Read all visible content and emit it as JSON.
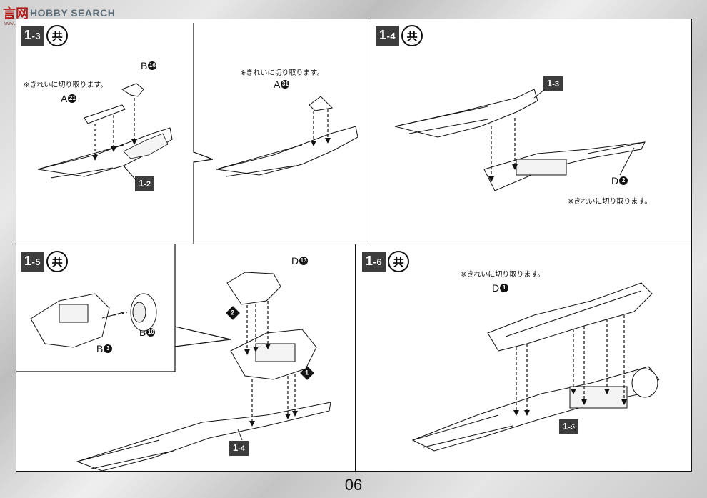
{
  "watermark": {
    "logo_cn": "言",
    "logo_cn2": "网",
    "text": "HOBBY SEARCH",
    "sub": "www.xxxxx.com"
  },
  "page_number": "06",
  "steps": {
    "s13": {
      "num_main": "1",
      "num_sub": "-3",
      "common": "共"
    },
    "s14": {
      "num_main": "1",
      "num_sub": "-4",
      "common": "共"
    },
    "s15": {
      "num_main": "1",
      "num_sub": "-5",
      "common": "共"
    },
    "s16": {
      "num_main": "1",
      "num_sub": "-6",
      "common": "共"
    }
  },
  "notes": {
    "clean_cut": "※きれいに切り取ります。"
  },
  "parts": {
    "b16": {
      "letter": "B",
      "num": "16"
    },
    "a21": {
      "letter": "A",
      "num": "21"
    },
    "a31": {
      "letter": "A",
      "num": "31"
    },
    "d2": {
      "letter": "D",
      "num": "2"
    },
    "d13": {
      "letter": "D",
      "num": "13"
    },
    "b10": {
      "letter": "B",
      "num": "10"
    },
    "b3": {
      "letter": "B",
      "num": "3"
    },
    "d1": {
      "letter": "D",
      "num": "1"
    }
  },
  "tags": {
    "t12": {
      "main": "1",
      "sub": "-2"
    },
    "t13": {
      "main": "1",
      "sub": "-3"
    },
    "t14": {
      "main": "1",
      "sub": "-4"
    },
    "t15": {
      "main": "1",
      "sub": "-5"
    }
  },
  "sequence": {
    "first": "1",
    "second": "2"
  }
}
